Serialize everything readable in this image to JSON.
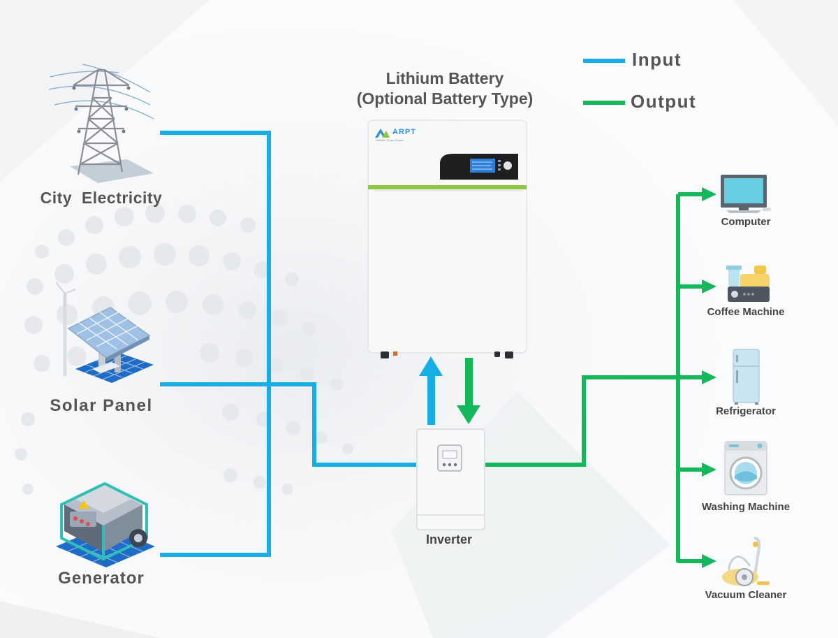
{
  "legend": {
    "input_label": "Input",
    "output_label": "Output",
    "input_color": "#16aee6",
    "output_color": "#14b85a"
  },
  "battery": {
    "title_line1": "Lithium Battery",
    "title_line2": "(Optional Battery Type)",
    "brand": "ARPT",
    "brand_tagline": "Reliable Power Expert"
  },
  "inputs": [
    {
      "label": "City  Electricity",
      "icon": "power-tower-icon"
    },
    {
      "label": "Solar Panel",
      "icon": "solar-panel-icon"
    },
    {
      "label": "Generator",
      "icon": "generator-icon"
    }
  ],
  "inverter": {
    "label": "Inverter",
    "icon": "inverter-icon"
  },
  "outputs": [
    {
      "label": "Computer",
      "icon": "computer-icon"
    },
    {
      "label": "Coffee Machine",
      "icon": "coffee-machine-icon"
    },
    {
      "label": "Refrigerator",
      "icon": "refrigerator-icon"
    },
    {
      "label": "Washing Machine",
      "icon": "washing-machine-icon"
    },
    {
      "label": "Vacuum Cleaner",
      "icon": "vacuum-cleaner-icon"
    }
  ]
}
